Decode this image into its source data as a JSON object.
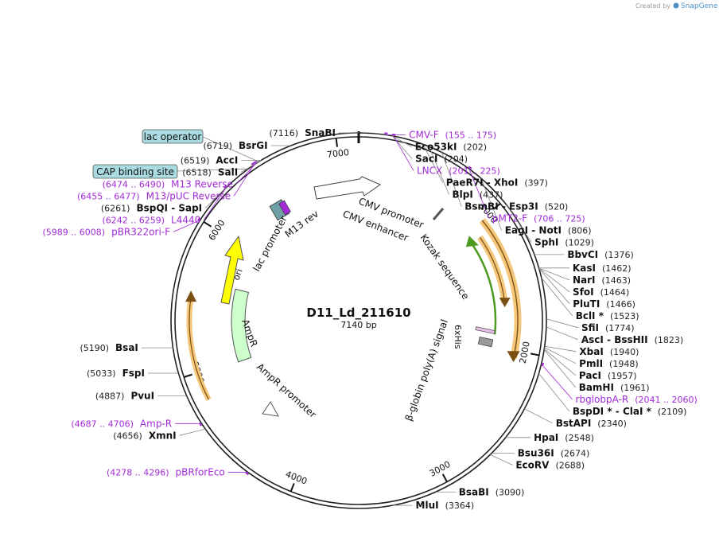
{
  "header": {
    "created_by": "Created by",
    "brand": "SnapGene"
  },
  "plasmid": {
    "name": "D11_Ld_211610",
    "length_label": "7140 bp",
    "length": 7140
  },
  "ticks": [
    "1000",
    "2000",
    "3000",
    "4000",
    "5000",
    "6000",
    "7000"
  ],
  "sites": [
    {
      "id": "snabi",
      "bp": 0,
      "name": "SnaBI",
      "pos": "(7116)",
      "side": "L"
    },
    {
      "id": "eco53ki",
      "bp": 202,
      "name": "Eco53kI",
      "pos": "(202)",
      "side": "R"
    },
    {
      "id": "saci",
      "bp": 204,
      "name": "SacI",
      "pos": "(204)",
      "side": "R"
    },
    {
      "id": "paer7i",
      "bp": 397,
      "name": "PaeR7I - XhoI",
      "pos": "(397)",
      "side": "R"
    },
    {
      "id": "blpi",
      "bp": 437,
      "name": "BlpI",
      "pos": "(437)",
      "side": "R"
    },
    {
      "id": "bsmbi",
      "bp": 520,
      "name": "BsmBI - Esp3I",
      "pos": "(520)",
      "side": "R"
    },
    {
      "id": "eagi",
      "bp": 806,
      "name": "EagI - NotI",
      "pos": "(806)",
      "side": "R"
    },
    {
      "id": "sphi",
      "bp": 1029,
      "name": "SphI",
      "pos": "(1029)",
      "side": "R"
    },
    {
      "id": "bbvci",
      "bp": 1376,
      "name": "BbvCI",
      "pos": "(1376)",
      "side": "R"
    },
    {
      "id": "kasi",
      "bp": 1462,
      "name": "KasI",
      "pos": "(1462)",
      "side": "R"
    },
    {
      "id": "nari",
      "bp": 1463,
      "name": "NarI",
      "pos": "(1463)",
      "side": "R"
    },
    {
      "id": "sfoi",
      "bp": 1464,
      "name": "SfoI",
      "pos": "(1464)",
      "side": "R"
    },
    {
      "id": "plutI",
      "bp": 1466,
      "name": "PluTI",
      "pos": "(1466)",
      "side": "R"
    },
    {
      "id": "bcli",
      "bp": 1523,
      "name": "BclI *",
      "pos": "(1523)",
      "side": "R"
    },
    {
      "id": "sfii",
      "bp": 1774,
      "name": "SfiI",
      "pos": "(1774)",
      "side": "R"
    },
    {
      "id": "asci",
      "bp": 1823,
      "name": "AscI - BssHII",
      "pos": "(1823)",
      "side": "R"
    },
    {
      "id": "xbai",
      "bp": 1940,
      "name": "XbaI",
      "pos": "(1940)",
      "side": "R"
    },
    {
      "id": "pmli",
      "bp": 1948,
      "name": "PmlI",
      "pos": "(1948)",
      "side": "R"
    },
    {
      "id": "paci",
      "bp": 1957,
      "name": "PacI",
      "pos": "(1957)",
      "side": "R"
    },
    {
      "id": "bamhi",
      "bp": 1961,
      "name": "BamHI",
      "pos": "(1961)",
      "side": "R"
    },
    {
      "id": "bspdi",
      "bp": 2109,
      "name": "BspDI * - ClaI *",
      "pos": "(2109)",
      "side": "R"
    },
    {
      "id": "bstapi",
      "bp": 2340,
      "name": "BstAPI",
      "pos": "(2340)",
      "side": "R"
    },
    {
      "id": "hpai",
      "bp": 2548,
      "name": "HpaI",
      "pos": "(2548)",
      "side": "R"
    },
    {
      "id": "bsu36i",
      "bp": 2674,
      "name": "Bsu36I",
      "pos": "(2674)",
      "side": "R"
    },
    {
      "id": "ecorv",
      "bp": 2688,
      "name": "EcoRV",
      "pos": "(2688)",
      "side": "R"
    },
    {
      "id": "bsabi",
      "bp": 3090,
      "name": "BsaBI",
      "pos": "(3090)",
      "side": "R"
    },
    {
      "id": "mlui",
      "bp": 3364,
      "name": "MluI",
      "pos": "(3364)",
      "side": "R"
    },
    {
      "id": "xmni",
      "bp": 4656,
      "name": "XmnI",
      "pos": "(4656)",
      "side": "L"
    },
    {
      "id": "pvui",
      "bp": 4887,
      "name": "PvuI",
      "pos": "(4887)",
      "side": "L"
    },
    {
      "id": "fspi",
      "bp": 5033,
      "name": "FspI",
      "pos": "(5033)",
      "side": "L"
    },
    {
      "id": "bsai",
      "bp": 5190,
      "name": "BsaI",
      "pos": "(5190)",
      "side": "L"
    },
    {
      "id": "bspqi",
      "bp": 6261,
      "name": "BspQI - SapI",
      "pos": "(6261)",
      "side": "L"
    },
    {
      "id": "sali",
      "bp": 6518,
      "name": "SalI",
      "pos": "(6518)",
      "side": "L"
    },
    {
      "id": "acci",
      "bp": 6519,
      "name": "AccI",
      "pos": "(6519)",
      "side": "L"
    },
    {
      "id": "bsrgi",
      "bp": 6719,
      "name": "BsrGI",
      "pos": "(6719)",
      "side": "L"
    }
  ],
  "primers": [
    {
      "id": "cmv-f",
      "bp": 165,
      "name": "CMV-F",
      "range": "(155 .. 175)",
      "side": "R"
    },
    {
      "id": "lncx",
      "bp": 213,
      "name": "LNCX",
      "range": "(201 .. 225)",
      "side": "R"
    },
    {
      "id": "pmt2-f",
      "bp": 715,
      "name": "pMT2-F",
      "range": "(706 .. 725)",
      "side": "R"
    },
    {
      "id": "rbglobpa-r",
      "bp": 2050,
      "name": "rbglobpA-R",
      "range": "(2041 .. 2060)",
      "side": "R"
    },
    {
      "id": "pbrforeco",
      "bp": 4287,
      "name": "pBRforEco",
      "range": "(4278 .. 4296)",
      "side": "L"
    },
    {
      "id": "amp-r",
      "bp": 4696,
      "name": "Amp-R",
      "range": "(4687 .. 4706)",
      "side": "L"
    },
    {
      "id": "pbr322ori-f",
      "bp": 5998,
      "name": "pBR322ori-F",
      "range": "(5989 .. 6008)",
      "side": "L"
    },
    {
      "id": "l4440",
      "bp": 6250,
      "name": "L4440",
      "range": "(6242 .. 6259)",
      "side": "L"
    },
    {
      "id": "m13puc-reverse",
      "bp": 6466,
      "name": "M13/pUC Reverse",
      "range": "(6455 .. 6477)",
      "side": "L"
    },
    {
      "id": "m13-reverse",
      "bp": 6482,
      "name": "M13 Reverse",
      "range": "(6474 .. 6490)",
      "side": "L"
    }
  ],
  "boxed_labels": [
    {
      "id": "lac-operator",
      "text": "lac operator",
      "bp": 6502
    },
    {
      "id": "cap-binding-site",
      "text": "CAP binding site",
      "bp": 6425
    }
  ],
  "features": {
    "cmv_promoter": "CMV promoter",
    "cmv_enhancer": "CMV enhancer",
    "kozak": "Kozak sequence",
    "sixhis": "6xHis",
    "beta_globin": "β-globin poly(A) signal",
    "m13_rev": "M13 rev",
    "lac_promoter": "lac promoter",
    "ori": "ori",
    "ampr": "AmpR",
    "ampr_promoter": "AmpR promoter"
  },
  "colors": {
    "primer": "#a12ad6",
    "ori": "#ffff00",
    "ampr": "#ccffcc",
    "orange": "#f5c77a",
    "green_arrow": "#4c9a1f",
    "boxed": "#a9dbe0",
    "snapgene": "#4a90c8"
  }
}
